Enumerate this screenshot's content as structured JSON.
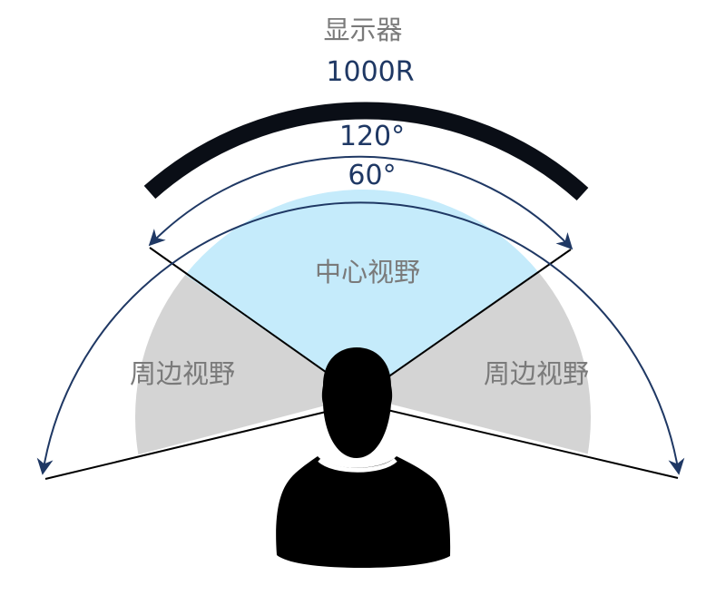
{
  "title": "显示器",
  "curvature": "1000R",
  "outer_angle": "120°",
  "inner_angle": "60°",
  "central_label": "中心视野",
  "peripheral_left_label": "周边视野",
  "peripheral_right_label": "周边视野",
  "colors": {
    "central": "#c5ebfb",
    "peripheral": "#d4d4d4",
    "arc": "#1f3864",
    "monitor": "#0a0e16",
    "label_gray": "#7a7a7a"
  }
}
